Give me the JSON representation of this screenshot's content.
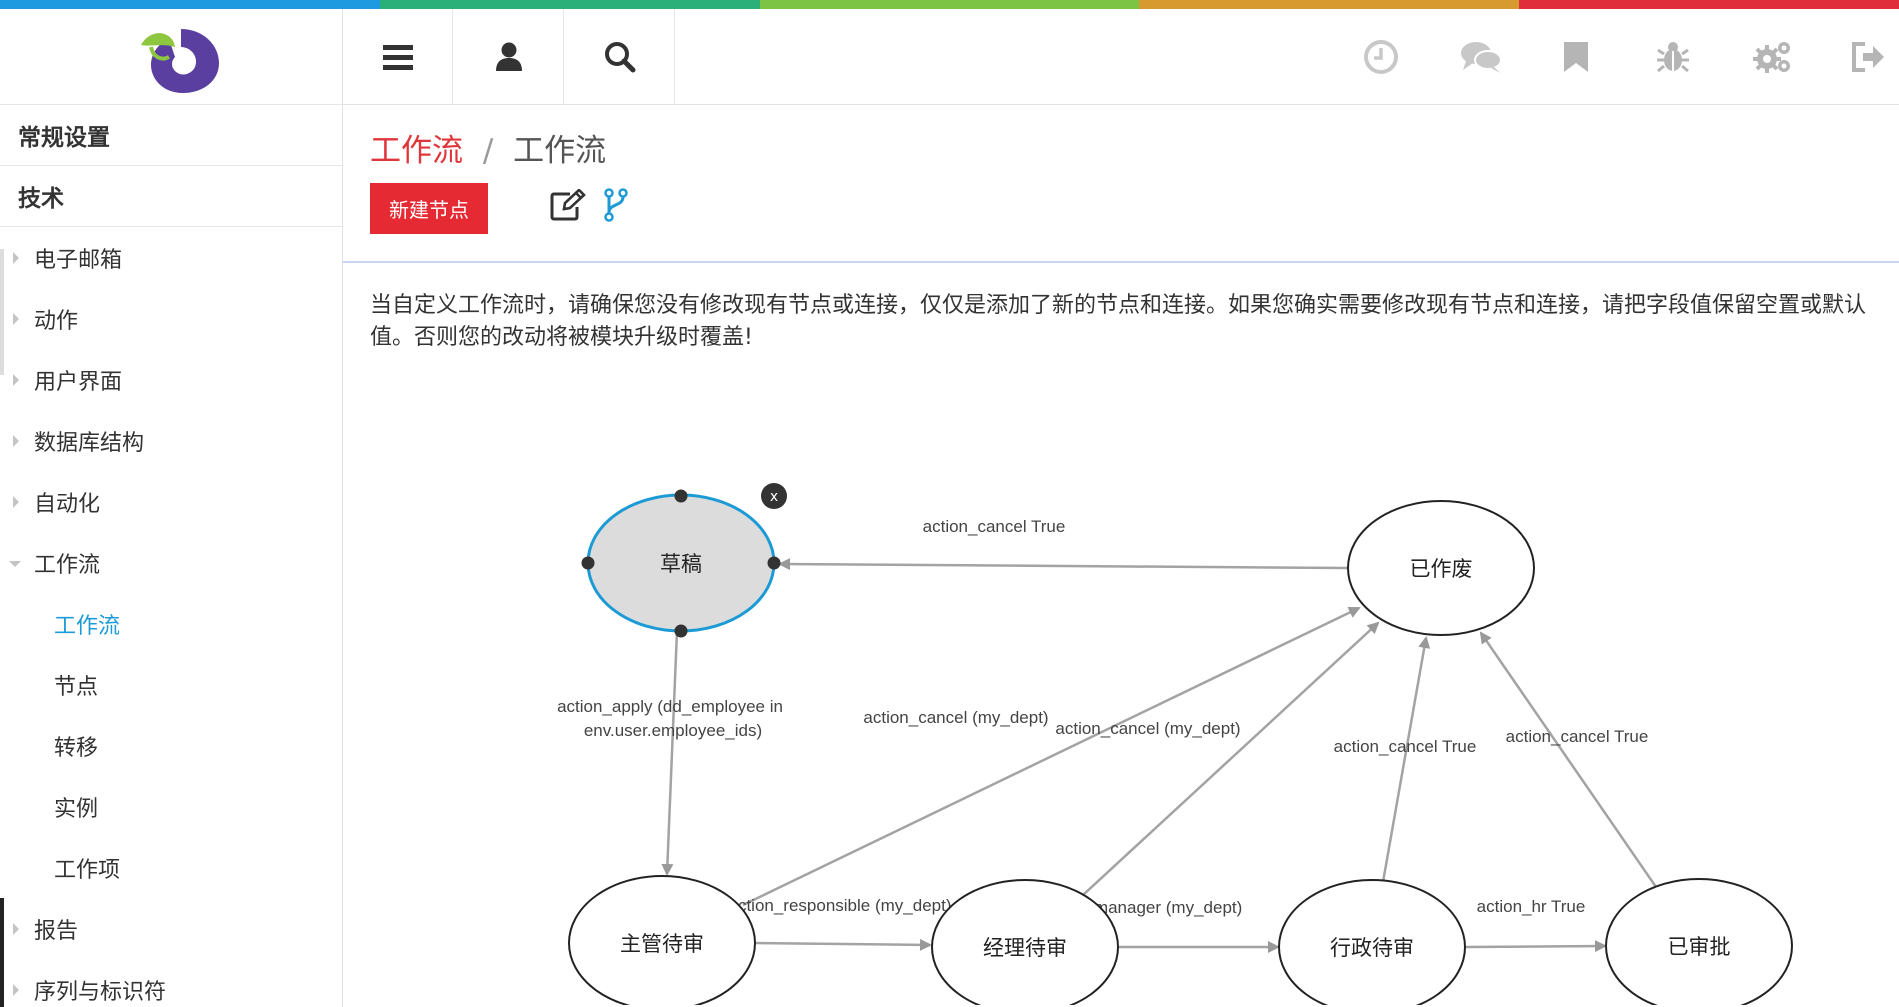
{
  "colors": {
    "stripe": [
      "#1e9be0",
      "#2bb07a",
      "#7cc444",
      "#d69a2e",
      "#e02f3a"
    ],
    "accent_red": "#e52a33",
    "link_blue": "#1e9bd7",
    "selected_border": "#1c9ad6"
  },
  "sidebar": {
    "groups": [
      "常规设置",
      "技术"
    ],
    "items": [
      {
        "label": "电子邮箱"
      },
      {
        "label": "动作"
      },
      {
        "label": "用户界面"
      },
      {
        "label": "数据库结构"
      },
      {
        "label": "自动化"
      },
      {
        "label": "工作流"
      }
    ],
    "sub_items": [
      {
        "label": "工作流"
      },
      {
        "label": "节点"
      },
      {
        "label": "转移"
      },
      {
        "label": "实例"
      },
      {
        "label": "工作项"
      }
    ],
    "items_after": [
      {
        "label": "报告"
      },
      {
        "label": "序列与标识符"
      }
    ]
  },
  "topbar": {
    "left_icons": [
      "menu-icon",
      "user-icon",
      "search-icon"
    ],
    "right_icons": [
      "clock-icon",
      "chat-icon",
      "bookmark-icon",
      "bug-icon",
      "settings-icon",
      "logout-icon"
    ]
  },
  "breadcrumb": {
    "root": "工作流",
    "separator": "/",
    "current": "工作流"
  },
  "toolbar": {
    "new_node_label": "新建节点"
  },
  "notice": "当自定义工作流时，请确保您没有修改现有节点或连接，仅仅是添加了新的节点和连接。如果您确实需要修改现有节点和连接，请把字段值保留空置或默认值。否则您的改动将被模块升级时覆盖!",
  "diagram": {
    "close_label": "x",
    "nodes": {
      "draft": "草稿",
      "cancelled": "已作废",
      "supervisor": "主管待审",
      "manager": "经理待审",
      "admin": "行政待审",
      "approved": "已审批"
    },
    "edges": {
      "cancel_to_draft": "action_cancel True",
      "apply_line1": "action_apply (dd_employee in",
      "apply_line2": "env.user.employee_ids)",
      "sup_cancel": "action_cancel (my_dept)",
      "mgr_cancel": "action_cancel (my_dept)",
      "adm_cancel": "action_cancel True",
      "apr_cancel": "action_cancel True",
      "responsible": "action_responsible (my_dept)",
      "branch_manager": "action_branch_manager (my_dept)",
      "hr": "action_hr True"
    }
  }
}
